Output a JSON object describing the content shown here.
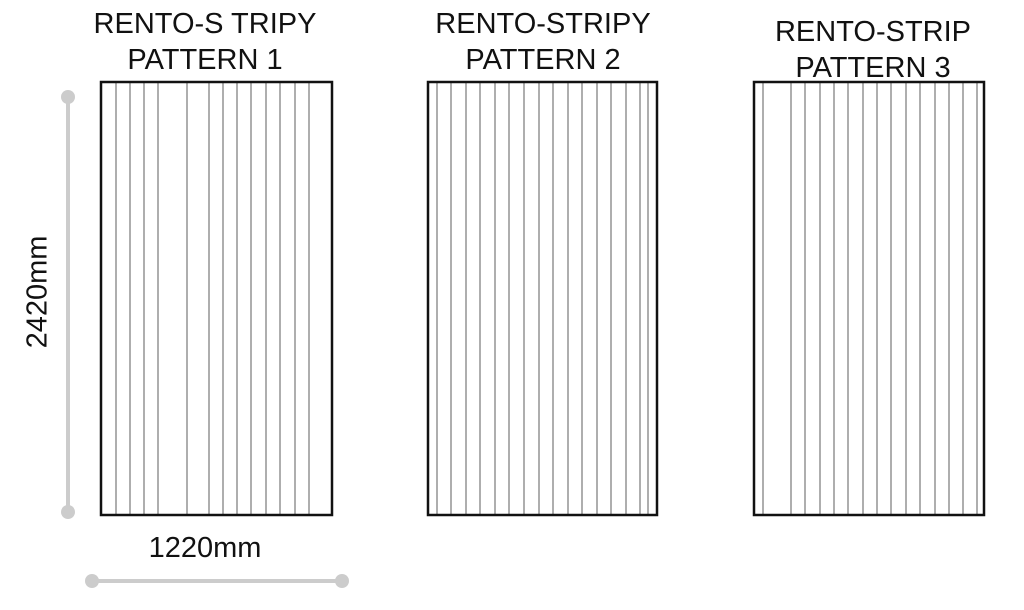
{
  "panels": [
    {
      "title_line1": "RENTO-S TRIPY",
      "title_line2": "PATTERN 1"
    },
    {
      "title_line1": "RENTO-STRIPY",
      "title_line2": "PATTERN 2"
    },
    {
      "title_line1": "RENTO-STRIP",
      "title_line2": "PATTERN 3"
    }
  ],
  "dimensions": {
    "height_label": "2420mm",
    "width_label": "1220mm"
  },
  "colors": {
    "outline": "#111111",
    "stripe": "#9a9a9a",
    "dimension_line": "#cccccc"
  }
}
